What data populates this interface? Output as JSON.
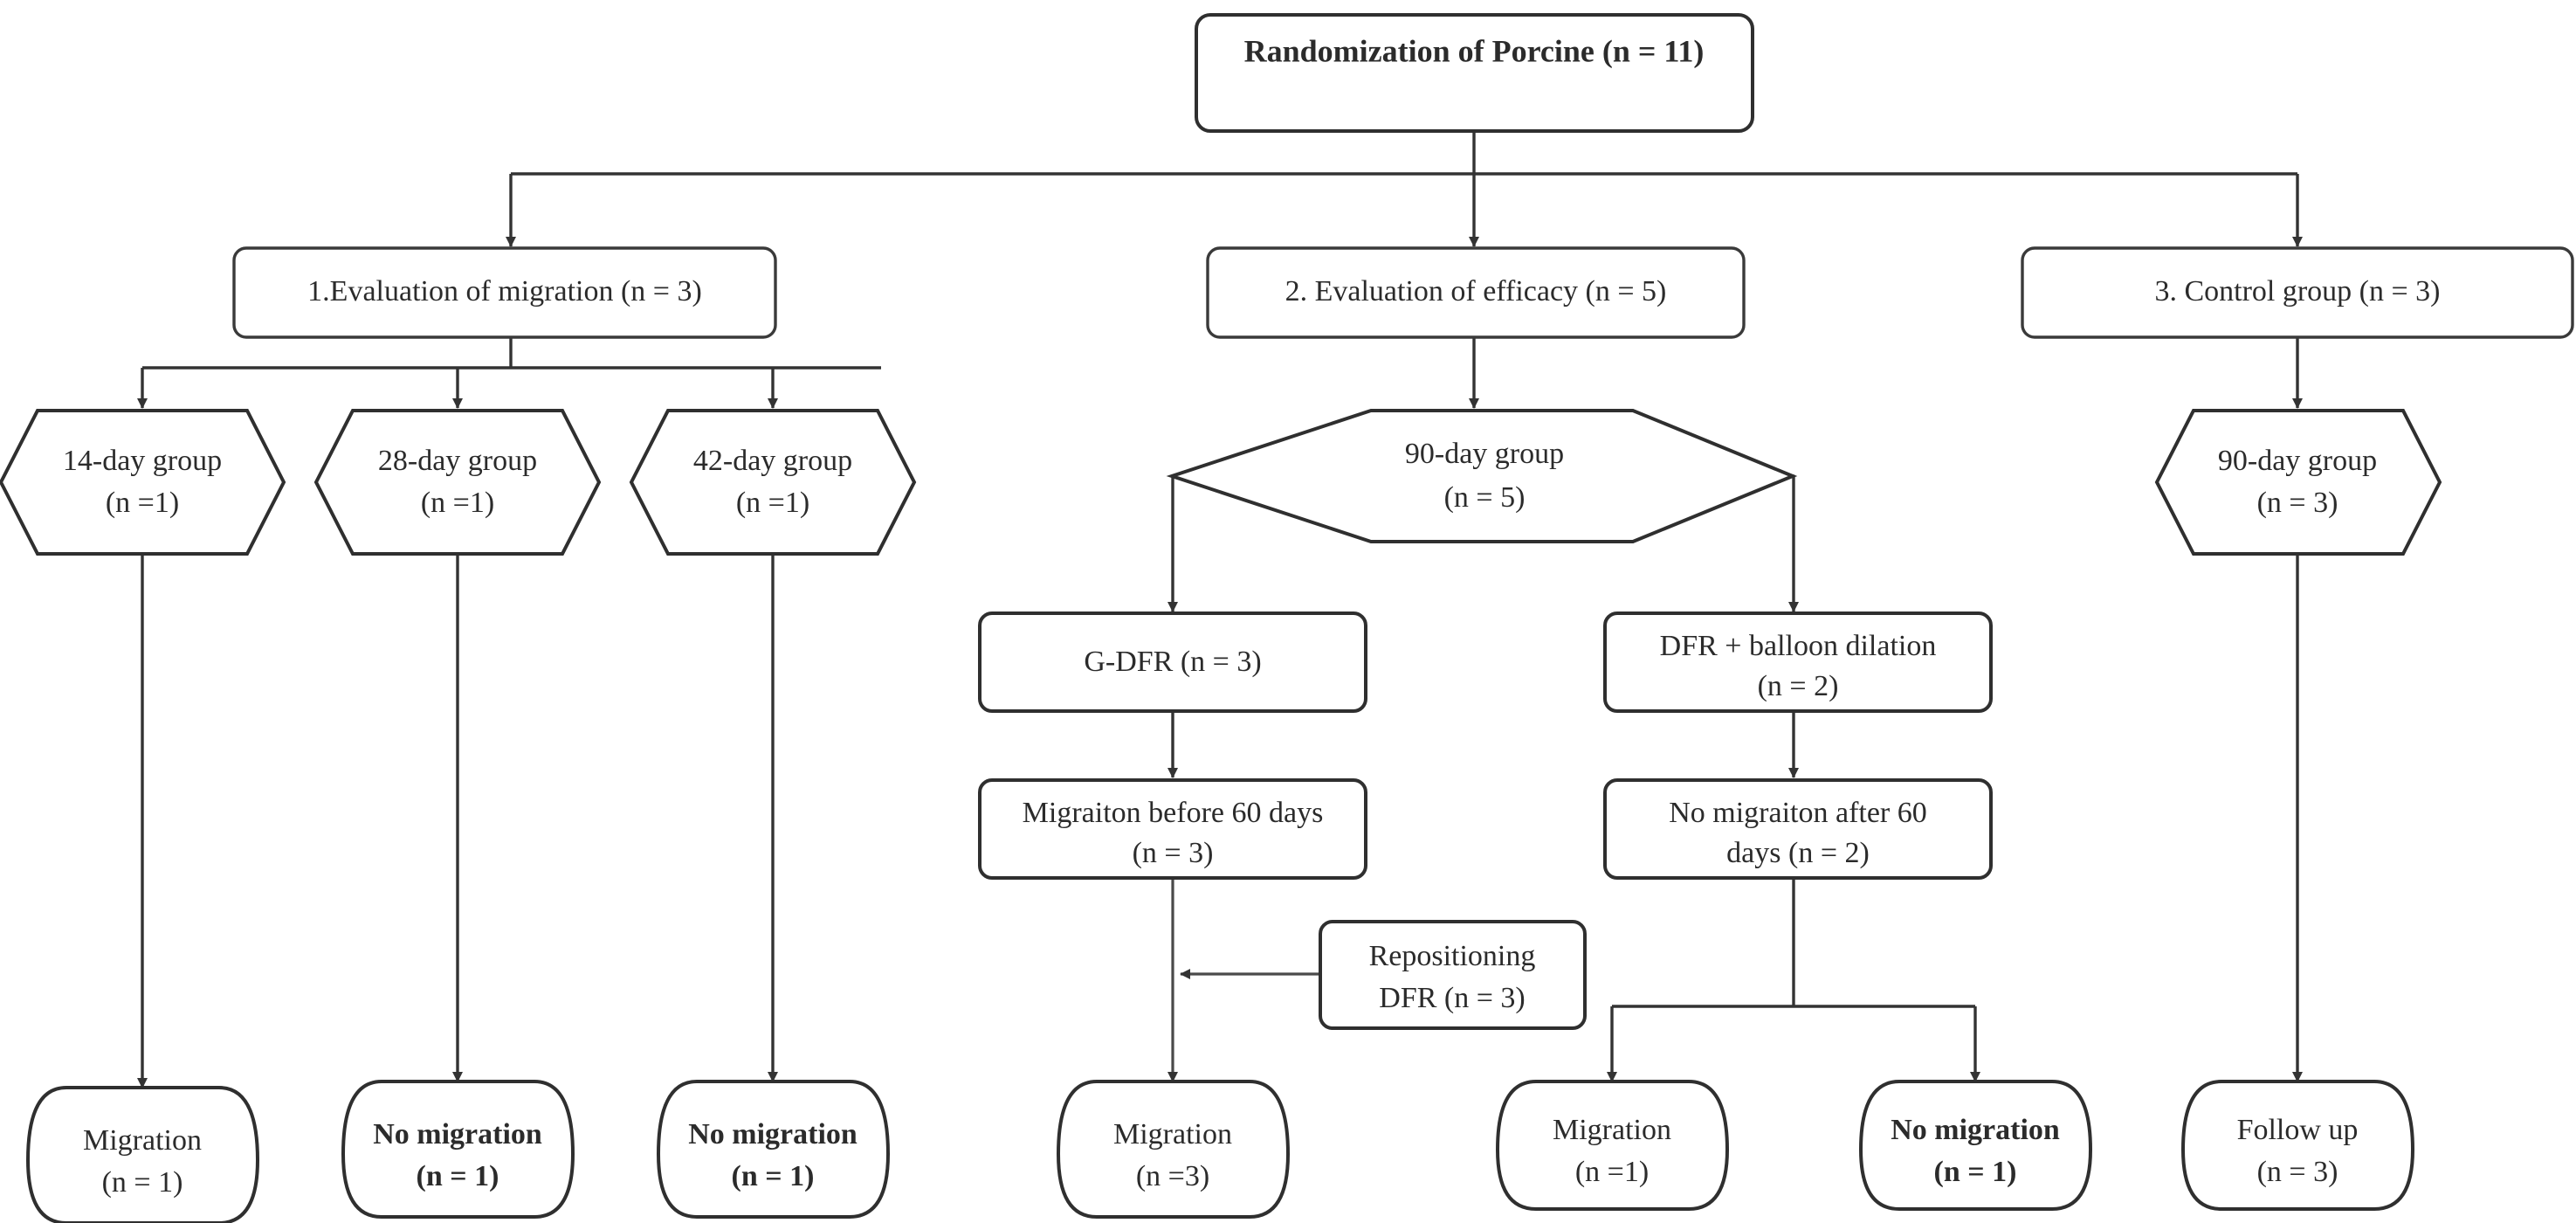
{
  "diagram": {
    "title": "Randomization of Porcine (n = 11)",
    "type": "flowchart",
    "nodes": {
      "root": {
        "label": "Randomization of Porcine (n = 11)",
        "shape": "rounded-rect",
        "bold": true
      },
      "arm1": {
        "label": "1.Evaluation of migration (n = 3)",
        "shape": "rounded-rect",
        "bold": false
      },
      "arm2": {
        "label": "2. Evaluation of efficacy  (n = 5)",
        "shape": "rounded-rect",
        "bold": false
      },
      "arm3": {
        "label": "3. Control group (n = 3)",
        "shape": "rounded-rect",
        "bold": false
      },
      "hex14": {
        "line1": "14-day group",
        "line2": "(n =1)",
        "shape": "hexagon"
      },
      "hex28": {
        "line1": "28-day group",
        "line2": "(n =1)",
        "shape": "hexagon"
      },
      "hex42": {
        "line1": "42-day group",
        "line2": "(n =1)",
        "shape": "hexagon"
      },
      "hex90a": {
        "line1": "90-day group",
        "line2": "(n = 5)",
        "shape": "hexagon"
      },
      "hex90b": {
        "line1": "90-day group",
        "line2": "(n = 3)",
        "shape": "hexagon"
      },
      "gdfr": {
        "line1": "G-DFR (n = 3)",
        "line2": "",
        "shape": "rounded-rect"
      },
      "dfrballoon": {
        "line1": "DFR + balloon dilation",
        "line2": "(n = 2)",
        "shape": "rounded-rect"
      },
      "migbefore": {
        "line1": "Migraiton before 60 days",
        "line2": "(n = 3)",
        "shape": "rounded-rect"
      },
      "nomigafter": {
        "line1": "No migraiton after 60",
        "line2": "days (n = 2)",
        "shape": "rounded-rect"
      },
      "reposition": {
        "line1": "Repositioning",
        "line2": "DFR (n = 3)",
        "shape": "rounded-rect"
      },
      "out1": {
        "line1": "Migration",
        "line2": "(n = 1)",
        "shape": "barrel",
        "bold": false
      },
      "out2": {
        "line1": "No migration",
        "line2": "(n = 1)",
        "shape": "barrel",
        "bold": true
      },
      "out3": {
        "line1": "No migration",
        "line2": "(n = 1)",
        "shape": "barrel",
        "bold": true
      },
      "out4": {
        "line1": "Migration",
        "line2": "(n =3)",
        "shape": "barrel",
        "bold": false
      },
      "out5": {
        "line1": "Migration",
        "line2": "(n =1)",
        "shape": "barrel",
        "bold": false
      },
      "out6": {
        "line1": "No migration",
        "line2": "(n = 1)",
        "shape": "barrel",
        "bold": true
      },
      "out7": {
        "line1": "Follow up",
        "line2": "(n = 3)",
        "shape": "barrel",
        "bold": false
      }
    },
    "colors": {
      "stroke": "#2f2f2f",
      "connector": "#4a4a4a",
      "text": "#2b2b2b",
      "background": "#ffffff"
    }
  }
}
